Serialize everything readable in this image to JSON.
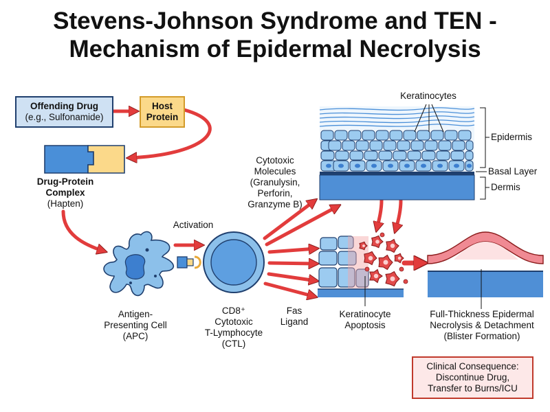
{
  "title": {
    "line1": "Stevens-Johnson Syndrome and TEN -",
    "line2": "Mechanism of Epidermal Necrolysis"
  },
  "drug_box": {
    "line1": "Offending Drug",
    "line2": "(e.g., Sulfonamide)"
  },
  "host_box": {
    "line1": "Host",
    "line2": "Protein"
  },
  "complex_label": {
    "line1": "Drug-Protein",
    "line2": "Complex",
    "line3": "(Hapten)"
  },
  "activation_label": "Activation",
  "cytotoxic_label": {
    "line1": "Cytotoxic",
    "line2": "Molecules",
    "line3": "(Granulysin,",
    "line4": "Perforin,",
    "line5": "Granzyme B)"
  },
  "skin_labels": {
    "keratinocytes": "Keratinocytes",
    "epidermis": "Epidermis",
    "basal_layer": "Basal Layer",
    "dermis": "Dermis"
  },
  "apc_label": {
    "line1": "Antigen-",
    "line2": "Presenting Cell",
    "line3": "(APC)"
  },
  "ctl_label": {
    "line1": "CD8⁺",
    "line2": "Cytotoxic",
    "line3": "T-Lymphocyte",
    "line4": "(CTL)"
  },
  "fas_label": {
    "line1": "Fas",
    "line2": "Ligand"
  },
  "apoptosis_label": {
    "line1": "Keratinocyte",
    "line2": "Apoptosis"
  },
  "necrolysis_label": {
    "line1": "Full-Thickness Epidermal",
    "line2": "Necrolysis & Detachment",
    "line3": "(Blister Formation)"
  },
  "clinical_box": {
    "line1": "Clinical Consequence:",
    "line2": "Discontinue Drug,",
    "line3": "Transfer to Burns/ICU"
  },
  "colors": {
    "arrow_red": "#e23c3c",
    "cell_blue": "#8cc0ea",
    "outline_navy": "#1f3f6e",
    "drug_box_fill": "#cfe1f3",
    "host_box_fill": "#fbd98a",
    "clinical_box_fill": "#fde8e8",
    "dermis_blue": "#4f8fd6",
    "blister_pink": "#f08a93"
  }
}
